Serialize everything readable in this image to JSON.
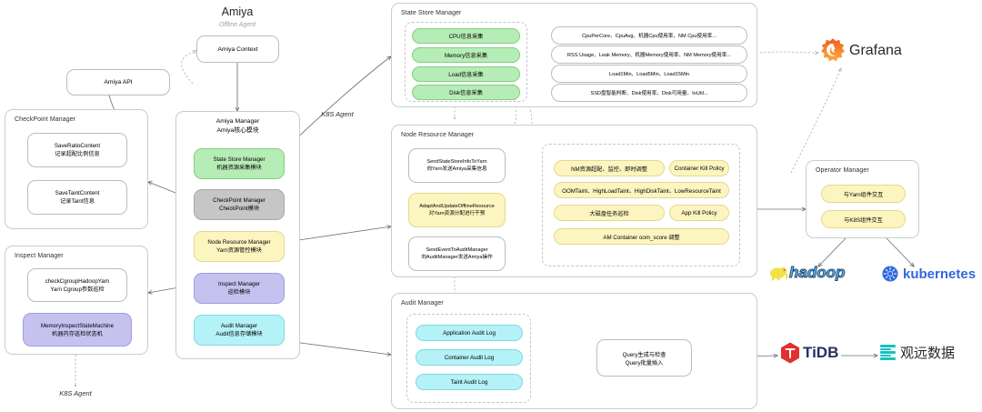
{
  "header": {
    "title": "Amiya",
    "subtitle": "Offline Agent"
  },
  "nodes": {
    "amiya_context": "Amiya Context",
    "amiya_api": "Amiya API",
    "k8s_agent_top": "K8S Agent",
    "k8s_agent_bottom": "K8S Agent"
  },
  "checkpoint_manager": {
    "title": "CheckPoint Manager",
    "items": [
      {
        "l1": "SaveRatioContent",
        "l2": "记录超配比例信息"
      },
      {
        "l1": "SaveTaintContent",
        "l2": "记录Taint信息"
      }
    ]
  },
  "inspect_manager": {
    "title": "Inspect Manager",
    "items": [
      {
        "l1": "checkCgroupHadoopYarn",
        "l2": "Yarn Cgroup参数巡检",
        "color": "white"
      },
      {
        "l1": "MemoryInspectStateMachine",
        "l2": "机器内存巡检状态机",
        "color": "purple"
      }
    ]
  },
  "amiya_manager": {
    "title_l1": "Amiya Manager",
    "title_l2": "Amiya核心模块",
    "modules": [
      {
        "l1": "State Store Manager",
        "l2": "机器资源采集模块",
        "color": "green"
      },
      {
        "l1": "CheckPoint Manager",
        "l2": "CheckPoint模块",
        "color": "grey"
      },
      {
        "l1": "Node Resource Manager",
        "l2": "Yarn资源管控模块",
        "color": "yellow"
      },
      {
        "l1": "Inspect Manager",
        "l2": "巡检模块",
        "color": "purple"
      },
      {
        "l1": "Audit Manager",
        "l2": "Audit信息存储模块",
        "color": "cyan"
      }
    ]
  },
  "state_store_manager": {
    "title": "State Store Manager",
    "collectors": [
      "CPU信息采集",
      "Memory信息采集",
      "Load信息采集",
      "Disk信息采集"
    ],
    "details": [
      "CpuPerCore、CpuAvg、机器Cpu使用率、NM Cpu使用率...",
      "RSS Usage、Leak Memory、机器Memory使用率、NM Memory使用率...",
      "Load1Min、Load5Min、Load15Min",
      "SSD盘智能判断、Disk使用率、Disk可用量、IoUtil..."
    ]
  },
  "node_resource_manager": {
    "title": "Node Resource Manager",
    "actions": [
      {
        "l1": "SendStateStoreInfoToYarn",
        "l2": "向Yarn发送Amiya采集信息",
        "color": "white"
      },
      {
        "l1": "AdaptAndUpdateOfflineResource",
        "l2": "对Yarn资源分配进行干预",
        "color": "yellow"
      },
      {
        "l1": "SendEventToAuditManager",
        "l2": "向AuditManager发送Amiya操作",
        "color": "white"
      }
    ],
    "policies": [
      "NM资源超配、监控、即时调整",
      "Container Kill Policy",
      "OOMTaint、HighLoadTaint、HighDiskTaint、LowResourceTaint",
      "大磁盘任务巡检",
      "App Kill Policy",
      "AM Container oom_score 调整"
    ]
  },
  "audit_manager": {
    "title": "Audit Manager",
    "logs": [
      "Application Audit Log",
      "Container Audit Log",
      "Taint Audit Log"
    ],
    "query": {
      "l1": "Query生成与检查",
      "l2": "Query批量插入"
    }
  },
  "operator_manager": {
    "title": "Operator Manager",
    "items": [
      "与Yarn组件交互",
      "与K8S组件交互"
    ]
  },
  "logos": {
    "grafana": "Grafana",
    "hadoop": "hadoop",
    "kubernetes": "kubernetes",
    "tidb": "TiDB",
    "guanyuan": "观远数据"
  },
  "colors": {
    "green": "#b6ecb6",
    "grey": "#c6c6c6",
    "yellow": "#fcf5c0",
    "purple": "#c5c2f0",
    "cyan": "#b5f2f7",
    "grafana_orange": "#f05a28",
    "hadoop_blue": "#76b3e0",
    "k8s_blue": "#3069de",
    "tidb_red": "#e03030",
    "guanyuan_teal": "#15c3c0",
    "stroke": "#6b7076"
  }
}
